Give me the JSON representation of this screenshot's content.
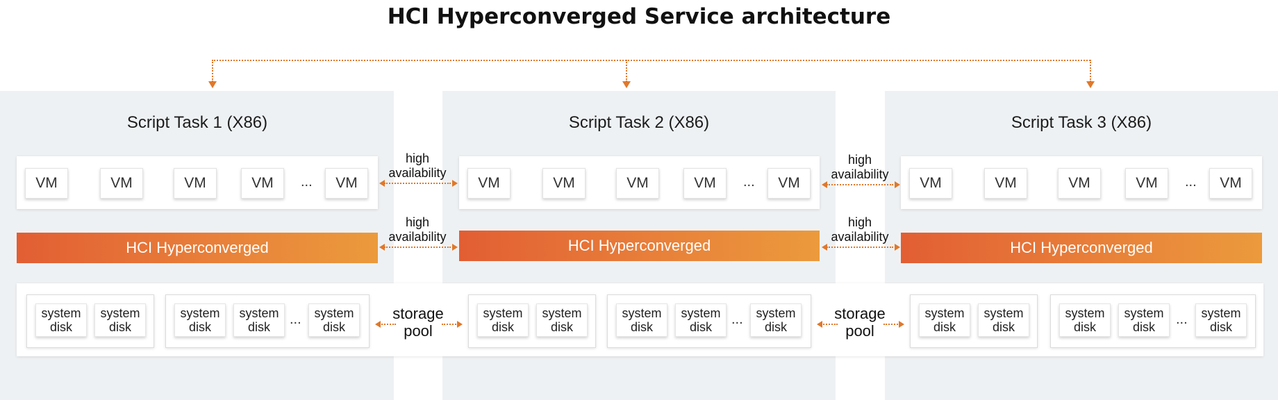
{
  "title": "HCI Hyperconverged Service architecture",
  "accent_color": "#e0782a",
  "hci_gradient": [
    "#e25e33",
    "#eb9a3c"
  ],
  "columns": [
    {
      "title": "Script Task 1 (X86)",
      "vms": [
        "VM",
        "VM",
        "VM",
        "VM",
        "...",
        "VM"
      ],
      "hci_label": "HCI Hyperconverged"
    },
    {
      "title": "Script Task 2 (X86)",
      "vms": [
        "VM",
        "VM",
        "VM",
        "VM",
        "...",
        "VM"
      ],
      "hci_label": "HCI Hyperconverged"
    },
    {
      "title": "Script Task 3 (X86)",
      "vms": [
        "VM",
        "VM",
        "VM",
        "VM",
        "...",
        "VM"
      ],
      "hci_label": "HCI Hyperconverged"
    }
  ],
  "high_availability": {
    "line1": "high",
    "line2": "availability"
  },
  "storage_pool": {
    "line1": "storage",
    "line2": "pool"
  },
  "disk": {
    "line1": "system",
    "line2": "disk"
  },
  "ellipsis": "..."
}
